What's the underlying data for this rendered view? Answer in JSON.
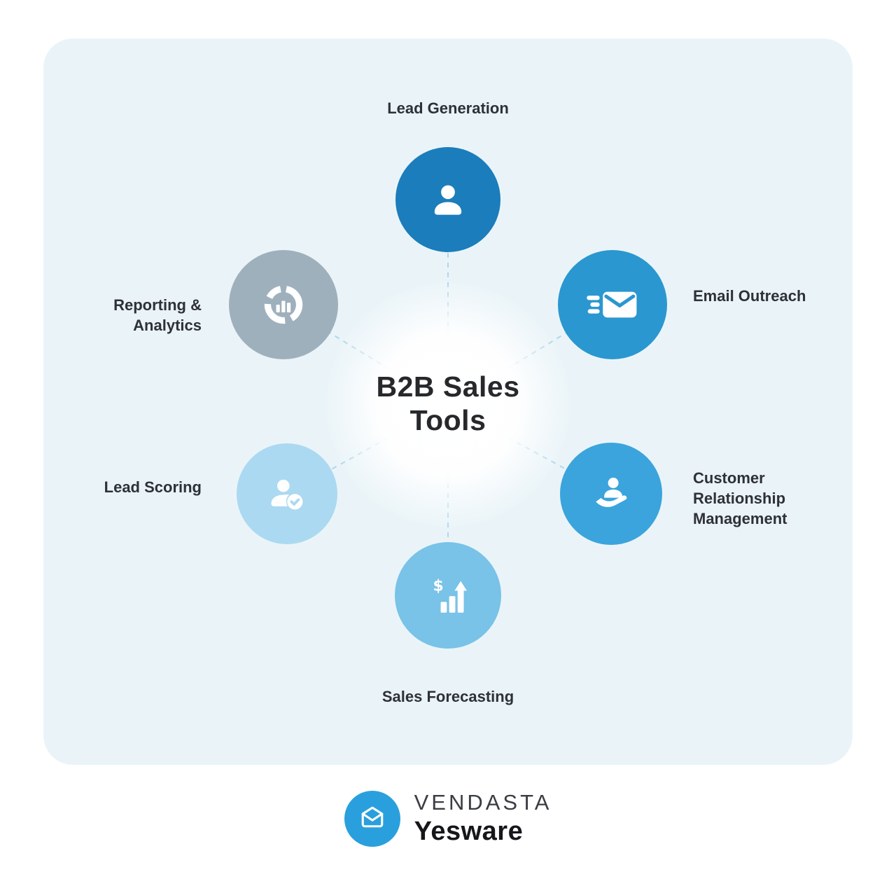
{
  "title": "B2B Sales Tools",
  "colors": {
    "page_bg": "#ffffff",
    "card_bg": "#eaf4f8",
    "dashed_line": "#aed7ec",
    "label_text": "#2e3137",
    "center_text": "#26282c"
  },
  "nodes": [
    {
      "id": "lead-generation",
      "label": "Lead Generation",
      "color": "#1b7dbb",
      "icon": "person-icon",
      "position": "top"
    },
    {
      "id": "email-outreach",
      "label": "Email Outreach",
      "color": "#2a97d0",
      "icon": "email-send-icon",
      "position": "upper-right"
    },
    {
      "id": "customer-relationship-management",
      "label": "Customer Relationship Management",
      "color": "#3ba4dd",
      "icon": "hand-person-icon",
      "position": "lower-right"
    },
    {
      "id": "sales-forecasting",
      "label": "Sales Forecasting",
      "color": "#79c2e8",
      "icon": "growth-chart-dollar-icon",
      "position": "bottom"
    },
    {
      "id": "lead-scoring",
      "label": "Lead Scoring",
      "color": "#abd9f1",
      "icon": "person-check-icon",
      "position": "lower-left"
    },
    {
      "id": "reporting-analytics",
      "label": "Reporting & Analytics",
      "color": "#9fb0bd",
      "icon": "donut-chart-icon",
      "position": "upper-left"
    }
  ],
  "footer": {
    "brand": "VENDASTA",
    "product": "Yesware",
    "logo_color": "#29a0dd",
    "logo_icon": "open-envelope-icon"
  }
}
